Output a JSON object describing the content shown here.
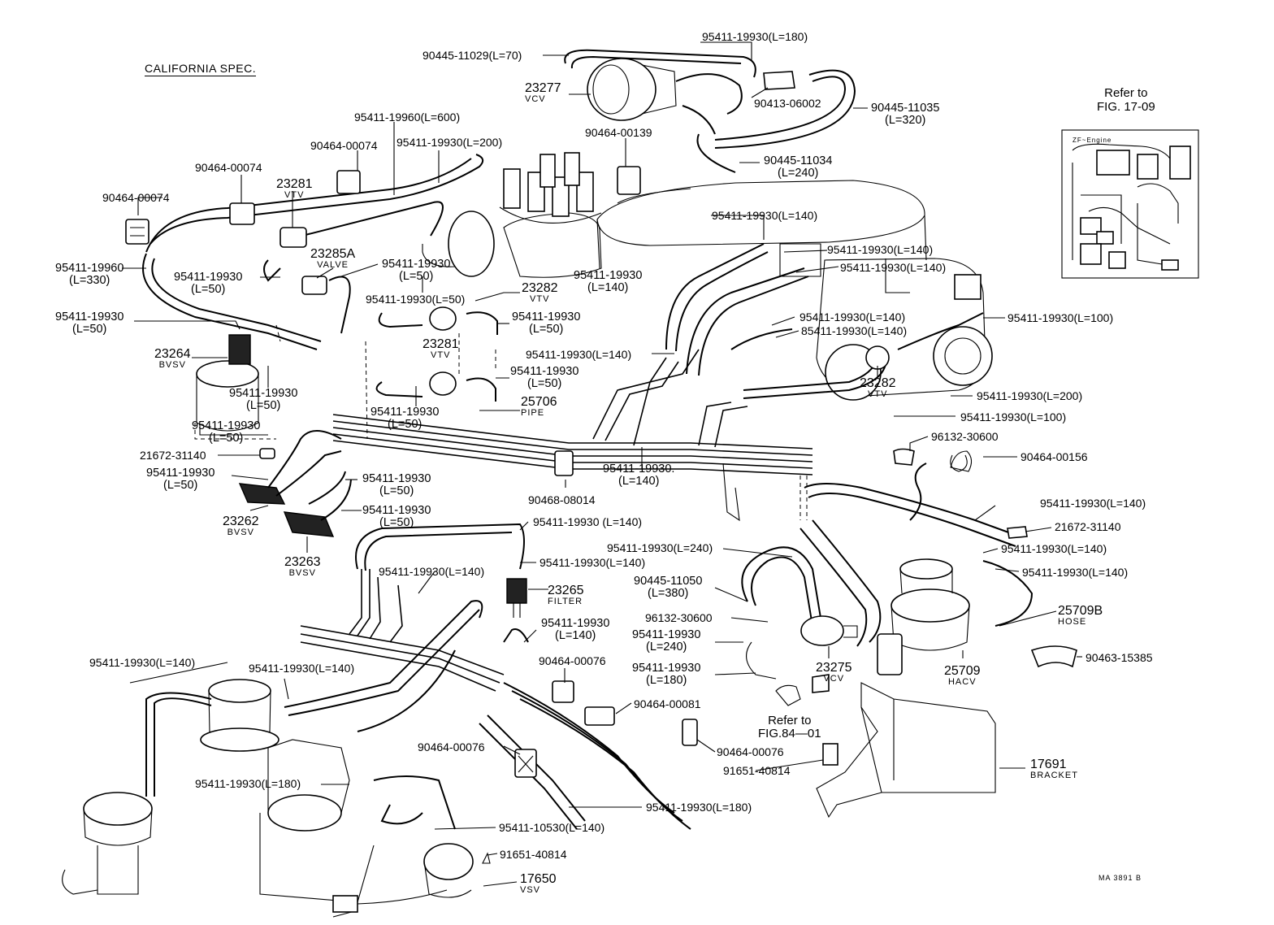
{
  "title": "CALIFORNIA SPEC.",
  "drawing_code": "MA 3891 B",
  "inset": {
    "refer_line1": "Refer to",
    "refer_line2": "FIG. 17-09",
    "caption": "ZF~Engine"
  },
  "fig_ref": {
    "line1": "Refer to",
    "line2": "FIG.84—01"
  },
  "labels": {
    "l_95411_19930_L180_top": "95411-19930(L=180)",
    "l_90445_11029": "90445-11029(L=70)",
    "l_23277": {
      "num": "23277",
      "sub": "VCV"
    },
    "l_90413_06002": "90413-06002",
    "l_90445_11035": {
      "num": "90445-11035",
      "sub": "(L=320)"
    },
    "l_95411_19960_600": "95411-19960(L=600)",
    "l_90464_00139": "90464-00139",
    "l_90464_00074_a": "90464-00074",
    "l_95411_19930_L200": "95411-19930(L=200)",
    "l_90445_11034": {
      "num": "90445-11034",
      "sub": "(L=240)"
    },
    "l_90464_00074_b": "90464-00074",
    "l_23281_top": {
      "num": "23281",
      "sub": "VTV"
    },
    "l_90464_00074_c": "90464-00074",
    "l_95411_19930_L140_a": "95411-19930(L=140)",
    "l_95411_19960_330": {
      "num": "95411-19960",
      "sub": "(L=330)"
    },
    "l_23285A": {
      "num": "23285A",
      "sub": "VALVE"
    },
    "l_95411_19930_L50_a": {
      "num": "95411-19930",
      "sub": "(L=50)"
    },
    "l_95411_19930_L50_b": {
      "num": "95411-19930",
      "sub": "(L=50)"
    },
    "l_95411_19930_L50_inline": "95411-19930(L=50)",
    "l_23282_mid": {
      "num": "23282",
      "sub": "VTV"
    },
    "l_95411_19930_L140_mid": {
      "num": "95411-19930",
      "sub": "(L=140)"
    },
    "l_95411_19930_L140_b": "95411-19930(L=140)",
    "l_95411_19930_L140_c": "95411-19930(L=140)",
    "l_95411_19930_L50_c": {
      "num": "95411-19930",
      "sub": "(L=50)"
    },
    "l_95411_19930_L50_d": {
      "num": "95411-19930",
      "sub": "(L=50)"
    },
    "l_23281_mid": {
      "num": "23281",
      "sub": "VTV"
    },
    "l_95411_19930_L140_d": "95411-19930(L=140)",
    "l_85411_19930_L140": "85411-19930(L=140)",
    "l_95411_19930_L100_a": "95411-19930(L=100)",
    "l_23264": {
      "num": "23264",
      "sub": "BVSV"
    },
    "l_95411_19930_L140_e": "95411-19930(L=140)",
    "l_95411_19930_L50_e": {
      "num": "95411-19930",
      "sub": "(L=50)"
    },
    "l_95411_19930_L50_f": {
      "num": "95411-19930",
      "sub": "(L=50)"
    },
    "l_23282_right": {
      "num": "23282",
      "sub": "VTV"
    },
    "l_95411_19930_L200_b": "95411-19930(L=200)",
    "l_95411_19930_L50_g": {
      "num": "95411-19930",
      "sub": "(L=50)"
    },
    "l_95411_19930_L50_h": {
      "num": "95411-19930",
      "sub": "(L=50)"
    },
    "l_25706": {
      "num": "25706",
      "sub": "PIPE"
    },
    "l_95411_19930_L100_b": "95411-19930(L=100)",
    "l_95411_19930_L50_i": {
      "num": "95411-19930",
      "sub": "(L=50)"
    },
    "l_96132_30600_a": "96132-30600",
    "l_21672_31140_a": "21672-31140",
    "l_90464_00156": "90464-00156",
    "l_95411_19930_L50_j": {
      "num": "95411-19930",
      "sub": "(L=50)"
    },
    "l_95411_19930_L50_k": {
      "num": "95411-19930",
      "sub": "(L=50)"
    },
    "l_95411_19930_L140_f": {
      "num": "95411-19930.",
      "sub": "(L=140)"
    },
    "l_90468_08014": "90468-08014",
    "l_95411_19930_L140_g": "95411-19930(L=140)",
    "l_95411_19930_L50_l": {
      "num": "95411-19930",
      "sub": "(L=50)"
    },
    "l_23262": {
      "num": "23262",
      "sub": "BVSV"
    },
    "l_95411_19930_L140_h": "95411-19930 (L=140)",
    "l_21672_31140_b": "21672-31140",
    "l_95411_19930_L240_a": "95411-19930(L=240)",
    "l_95411_19930_L140_i": "95411-19930(L=140)",
    "l_23263": {
      "num": "23263",
      "sub": "BVSV"
    },
    "l_95411_19930_L140_j": "95411-19930(L=140)",
    "l_95411_19930_L140_k": "95411-19930(L=140)",
    "l_95411_19930_L140_l": "95411-19930(L=140)",
    "l_23265": {
      "num": "23265",
      "sub": "FILTER"
    },
    "l_90445_11050": {
      "num": "90445-11050",
      "sub": "(L=380)"
    },
    "l_25709B": {
      "num": "25709B",
      "sub": "HOSE"
    },
    "l_96132_30600_b": "96132-30600",
    "l_95411_19930_L140_m": {
      "num": "95411-19930",
      "sub": "(L=140)"
    },
    "l_95411_19930_L240_b": {
      "num": "95411-19930",
      "sub": "(L=240)"
    },
    "l_90464_00076_a": "90464-00076",
    "l_90463_15385": "90463-15385",
    "l_95411_19930_L140_n": "95411-19930(L=140)",
    "l_95411_19930_L140_o": "95411-19930(L=140)",
    "l_95411_19930_L180_a": {
      "num": "95411-19930",
      "sub": "(L=180)"
    },
    "l_23275": {
      "num": "23275",
      "sub": "VCV"
    },
    "l_25709": {
      "num": "25709",
      "sub": "HACV"
    },
    "l_90464_00081": "90464-00081",
    "l_90464_00076_b": "90464-00076",
    "l_90464_00076_c": "90464-00076",
    "l_91651_40814_a": "91651-40814",
    "l_17691": {
      "num": "17691",
      "sub": "BRACKET"
    },
    "l_95411_19930_L180_b": "95411-19930(L=180)",
    "l_95411_19930_L180_c": "95411-19930(L=180)",
    "l_95411_10530": "95411-10530(L=140)",
    "l_91651_40814_b": "91651-40814",
    "l_17650": {
      "num": "17650",
      "sub": "VSV"
    }
  }
}
